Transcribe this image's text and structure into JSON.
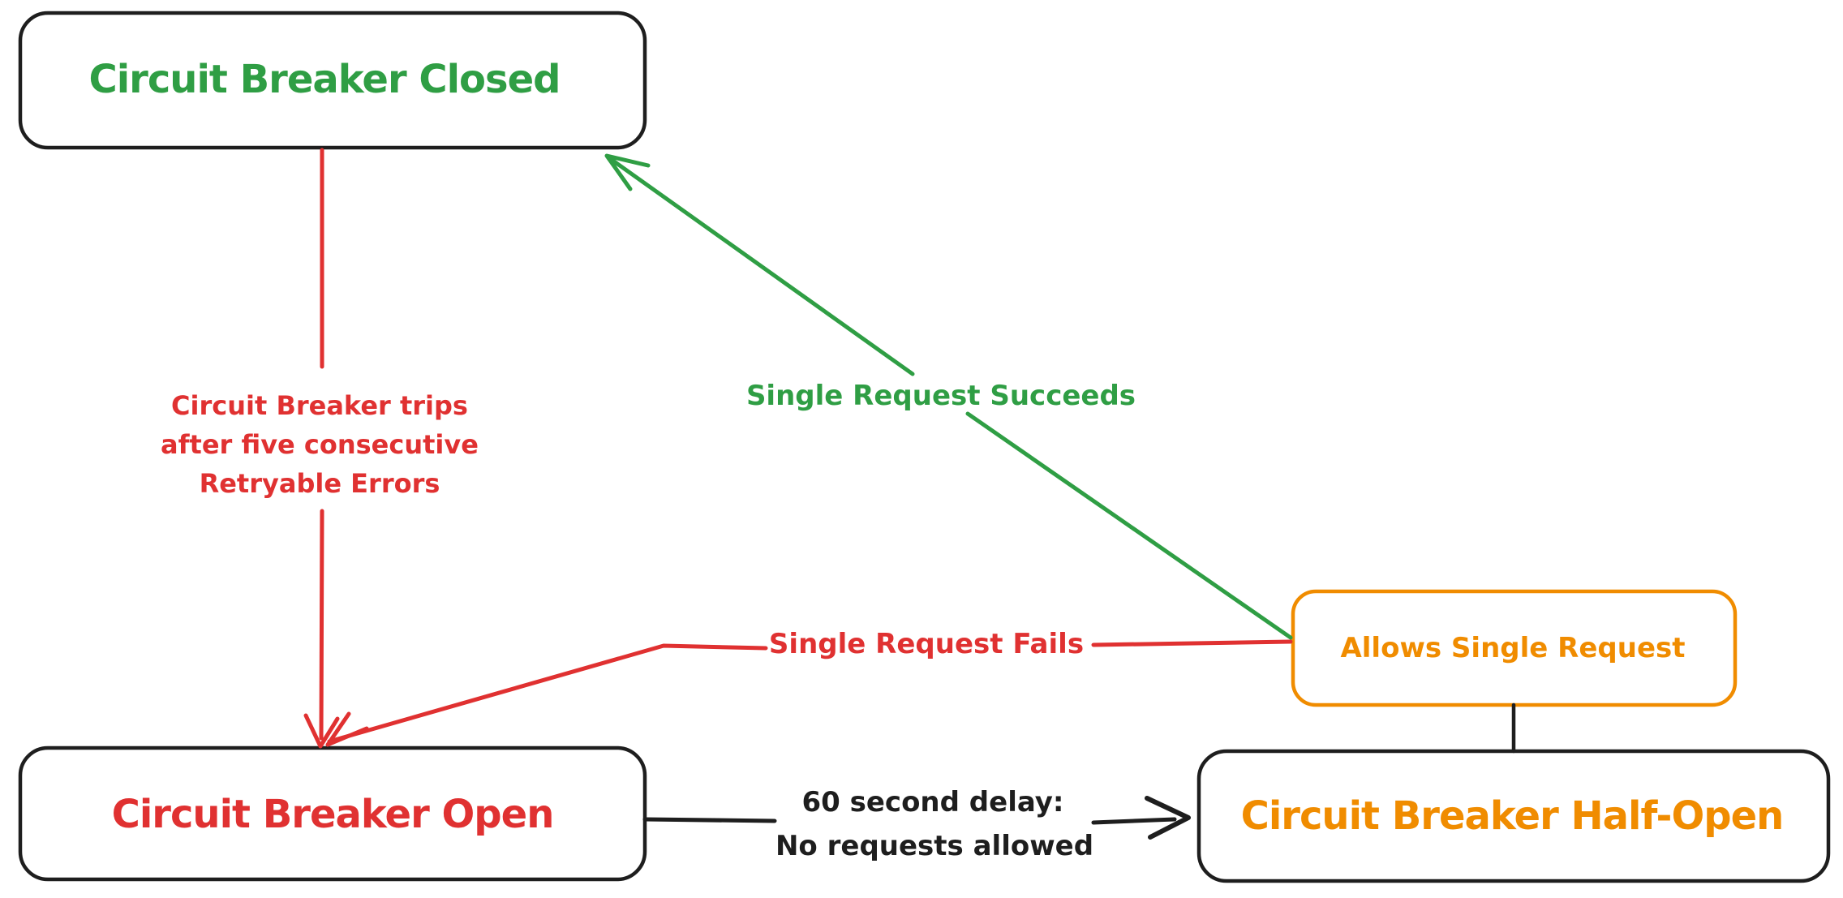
{
  "colors": {
    "green": "#2f9e44",
    "red": "#e03131",
    "orange": "#f08c00",
    "black": "#1e1e1e",
    "background": "#ffffff"
  },
  "diagram": {
    "type": "state-diagram",
    "nodes": [
      {
        "id": "closed",
        "label": "Circuit Breaker Closed",
        "text_color": "green",
        "border_color": "black"
      },
      {
        "id": "open",
        "label": "Circuit Breaker Open",
        "text_color": "red",
        "border_color": "black"
      },
      {
        "id": "half_open",
        "label": "Circuit Breaker Half-Open",
        "text_color": "orange",
        "border_color": "black"
      },
      {
        "id": "allows",
        "label": "Allows Single Request",
        "text_color": "orange",
        "border_color": "orange"
      }
    ],
    "edges": [
      {
        "id": "trip",
        "from": "closed",
        "to": "open",
        "color": "red",
        "label_lines": [
          "Circuit Breaker trips",
          "after five consecutive",
          "Retryable Errors"
        ]
      },
      {
        "id": "single_request_fails",
        "from": "allows",
        "to": "open",
        "color": "red",
        "label": "Single Request Fails"
      },
      {
        "id": "single_request_succeeds",
        "from": "allows",
        "to": "closed",
        "color": "green",
        "label": "Single Request Succeeds"
      },
      {
        "id": "delay",
        "from": "open",
        "to": "half_open",
        "color": "black",
        "label_lines": [
          "60 second delay:",
          "No requests allowed"
        ]
      },
      {
        "id": "half_open_allows_connector",
        "from": "half_open",
        "to": "allows",
        "color": "black",
        "label": ""
      }
    ]
  }
}
